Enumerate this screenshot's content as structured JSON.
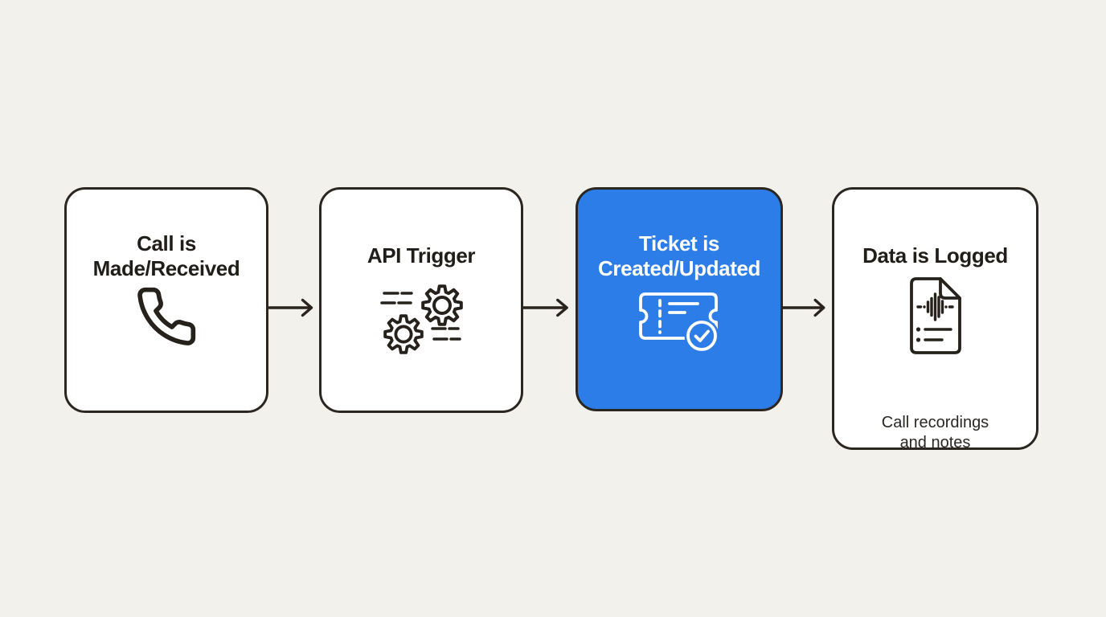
{
  "diagram": {
    "background_color": "#F2F1EC",
    "card_background": "#FFFFFF",
    "card_border_color": "#2B2620",
    "highlight_color": "#2D7DE9",
    "text_color": "#211D18",
    "icon_stroke_color": "#26211B",
    "steps": [
      {
        "id": "call-made-received",
        "title": "Call is\nMade/Received",
        "icon": "phone-icon",
        "highlighted": false
      },
      {
        "id": "api-trigger",
        "title": "API Trigger",
        "icon": "gears-icon",
        "highlighted": false
      },
      {
        "id": "ticket-created-updated",
        "title": "Ticket is\nCreated/Updated",
        "icon": "ticket-check-icon",
        "highlighted": true
      },
      {
        "id": "data-logged",
        "title": "Data is Logged",
        "icon": "document-recording-icon",
        "highlighted": false,
        "subtitle": "Call recordings\nand notes"
      }
    ],
    "connectors": [
      {
        "from": "call-made-received",
        "to": "api-trigger",
        "icon": "arrow-right-icon"
      },
      {
        "from": "api-trigger",
        "to": "ticket-created-updated",
        "icon": "arrow-right-icon"
      },
      {
        "from": "ticket-created-updated",
        "to": "data-logged",
        "icon": "arrow-right-icon"
      }
    ]
  }
}
